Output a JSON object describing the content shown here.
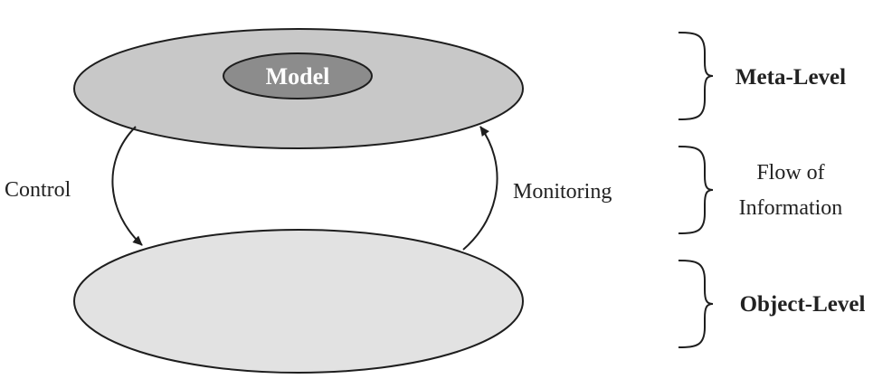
{
  "diagram": {
    "model_label": "Model",
    "control_label": "Control",
    "monitoring_label": "Monitoring",
    "levels": {
      "meta": "Meta-Level",
      "flow_line1": "Flow of",
      "flow_line2": "Information",
      "object": "Object-Level"
    }
  },
  "colors": {
    "meta_fill": "#c8c8c8",
    "model_fill": "#8c8c8c",
    "object_fill": "#e2e2e2",
    "stroke": "#1e1e1e"
  }
}
